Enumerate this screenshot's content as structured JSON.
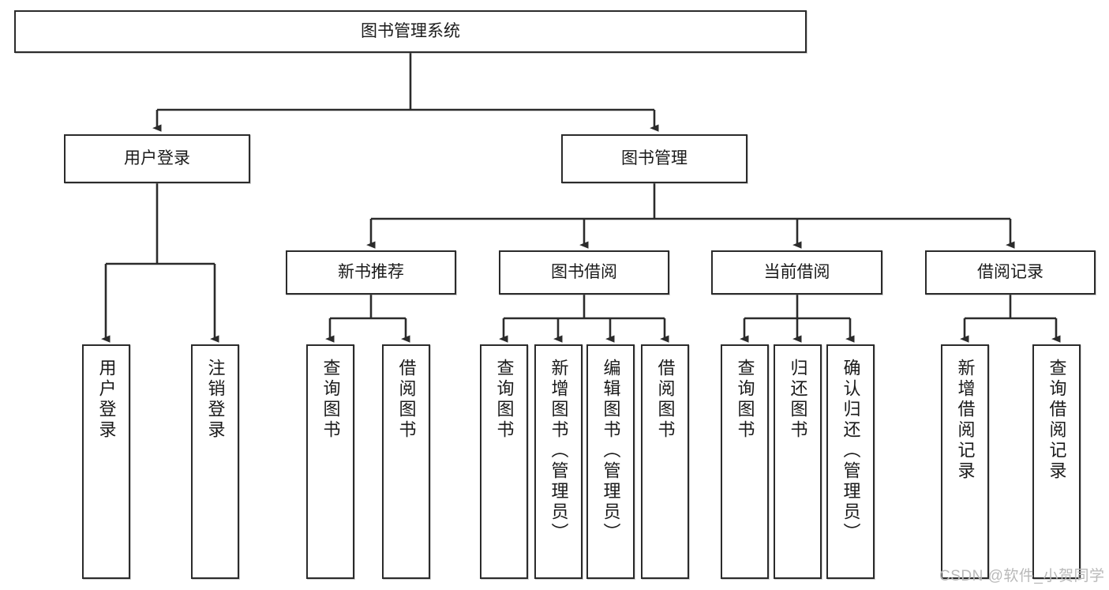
{
  "diagram": {
    "title": "图书管理系统",
    "type": "tree-hierarchy",
    "orientation": "top-down",
    "colors": {
      "border": "#2b2b2b",
      "background": "#ffffff",
      "text": "#1a1a1a",
      "connector": "#2b2b2b",
      "watermark": "#b9b9b9"
    },
    "levels": {
      "root": {
        "label": "图书管理系统"
      },
      "level2": [
        {
          "label": "用户登录"
        },
        {
          "label": "图书管理"
        }
      ],
      "level3": [
        {
          "label": "新书推荐"
        },
        {
          "label": "图书借阅"
        },
        {
          "label": "当前借阅"
        },
        {
          "label": "借阅记录"
        }
      ],
      "leaves": {
        "user_login": [
          {
            "label": "用户登录"
          },
          {
            "label": "注销登录"
          }
        ],
        "new_book_recommend": [
          {
            "label": "查询图书"
          },
          {
            "label": "借阅图书"
          }
        ],
        "book_borrow": [
          {
            "label": "查询图书"
          },
          {
            "label": "新增图书（管理员）"
          },
          {
            "label": "编辑图书（管理员）"
          },
          {
            "label": "借阅图书"
          }
        ],
        "current_borrow": [
          {
            "label": "查询图书"
          },
          {
            "label": "归还图书"
          },
          {
            "label": "确认归还（管理员）"
          }
        ],
        "borrow_record": [
          {
            "label": "新增借阅记录"
          },
          {
            "label": "查询借阅记录"
          }
        ]
      }
    }
  },
  "watermark": {
    "text": "CSDN @软件_小贺同学"
  }
}
